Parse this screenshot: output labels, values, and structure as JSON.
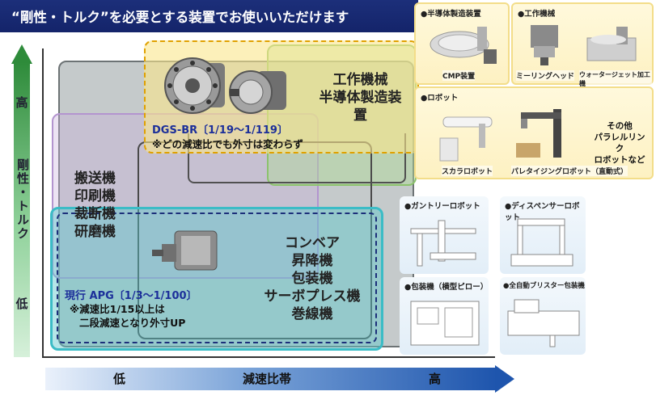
{
  "header": {
    "title": "“剛性・トルク”を必要とする装置でお使いいただけます"
  },
  "axes": {
    "y_high": "高",
    "y_label": "剛性・トルク",
    "y_low": "低",
    "x_low": "低",
    "x_label": "減速比帯",
    "x_high": "高"
  },
  "regions": {
    "dgs": {
      "title": "DGS-BR〔1/19〜1/119〕",
      "note": "※どの減速比でも外寸は変わらず"
    },
    "machines": {
      "line1": "工作機械",
      "line2": "半導体製造装置"
    },
    "mid_apps": [
      "搬送機",
      "印刷機",
      "裁断機",
      "研磨機"
    ],
    "low_apps": [
      "コンベア",
      "昇降機",
      "包装機",
      "サーボプレス機",
      "巻線機"
    ],
    "apg": {
      "title": "現行 APG〔1/3〜1/100〕",
      "note1": "※減速比1/15以上は",
      "note2": "二段減速となり外寸UP"
    }
  },
  "panels": {
    "semiconductor": {
      "title": "●半導体製造装置",
      "caption": "CMP装置"
    },
    "machine_tool": {
      "title": "●工作機械",
      "caption1": "ミーリングヘッド",
      "caption2": "ウォータージェット加工機"
    },
    "robot": {
      "title": "●ロボット",
      "caption1": "スカラロボット",
      "caption2": "パレタイジングロボット（直動式）",
      "other1": "その他",
      "other2": "パラレルリンク",
      "other3": "ロボットなど"
    },
    "gantry": {
      "title": "●ガントリーロボット"
    },
    "dispenser": {
      "title": "●ディスペンサーロボット"
    },
    "packaging": {
      "title": "●包装機（横型ピロー）"
    },
    "blister": {
      "title": "●全自動ブリスター包装機"
    }
  }
}
